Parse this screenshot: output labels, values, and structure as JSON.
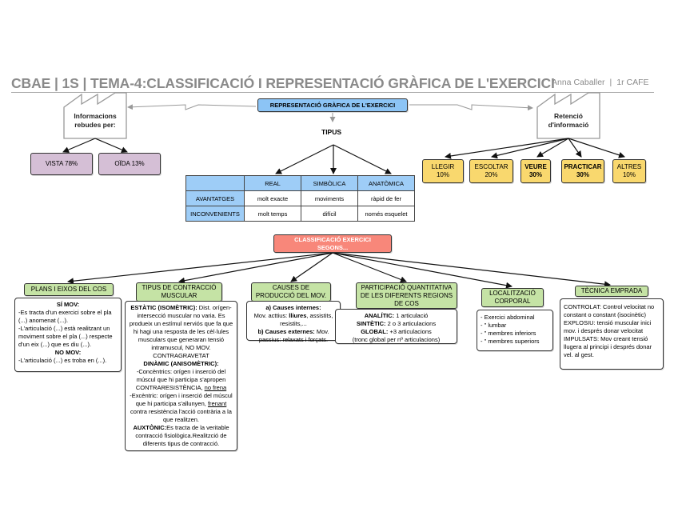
{
  "header": {
    "title": "CBAE | 1S | TEMA-4:CLASSIFICACIÓ I REPRESENTACIÓ GRÀFICA DE L'EXERCICI",
    "author": "Anna Caballer",
    "separator": "|",
    "course": "1r CAFE"
  },
  "left_factory": {
    "label": "Informacions rebudes per:",
    "items": [
      {
        "label": "VISTA 78%"
      },
      {
        "label": "OÏDA 13%"
      }
    ]
  },
  "right_factory": {
    "label": "Retenció d'informació",
    "items": [
      {
        "name": "LLEGIR",
        "value": "10%",
        "bold": false
      },
      {
        "name": "ESCOLTAR",
        "value": "20%",
        "bold": false
      },
      {
        "name": "VEURE",
        "value": "30%",
        "bold": true
      },
      {
        "name": "PRACTICAR",
        "value": "30%",
        "bold": true
      },
      {
        "name": "ALTRES",
        "value": "10%",
        "bold": false
      }
    ]
  },
  "central": {
    "title": "REPRESENTACIÓ GRÀFICA DE L'EXERCICI",
    "tipus_label": "TIPUS"
  },
  "types_table": {
    "columns": [
      "",
      "REAL",
      "SIMBÒLICA",
      "ANATÒMICA"
    ],
    "rows": [
      {
        "label": "AVANTATGES",
        "cells": [
          "molt exacte",
          "moviments",
          "ràpid de fer"
        ]
      },
      {
        "label": "INCONVENIENTS",
        "cells": [
          "molt temps",
          "difícil",
          "només esquelet"
        ]
      }
    ]
  },
  "classification": {
    "title": "CLASSIFICACIÓ EXERCICI SEGONS...",
    "categories": [
      {
        "title": "PLANS I EIXOS DEL COS",
        "content": {
          "si_mov_heading": "SÍ MOV:",
          "si_mov_line1": "-Es tracta d'un exercici sobre el pla (...) anomenat (...).",
          "si_mov_line2": "-L'articulació (...) està realitzant un moviment sobre el pla (...) respecte d'un eix (...) que es diu (...).",
          "no_mov_heading": "NO MOV:",
          "no_mov_line1": "-L'articulació (...) es troba en (...)."
        }
      },
      {
        "title": "TIPUS DE CONTRACCIÓ MUSCULAR",
        "content": {
          "estatic_heading": "ESTÀTIC (ISOMÈTRIC):",
          "estatic_text": " Dist. orígen-intersecció muscular no varia. Es produeix un estímul nerviós que fa que hi hagi una resposta de les cèl·lules musculars que generaran tensió intramuscul, NO MOV. CONTRAGRAVETAT",
          "dinamic_heading": "DINÀMIC (ANISOMÈTRIC):",
          "concentrics_text": "-Concèntrics: orígen i inserció del múscul que hi participa s'apropen CONTRARESISTÈNCIA, ",
          "concentrics_underline": "no frena",
          "excentric_text": "-Excèntric: orígen i inserció del múscul que hi participa s'allunyen, ",
          "excentric_underline": "frenant",
          "excentric_text2": " contra resistència l'acció contrària a la que realitzen.",
          "auxtonic_heading": "AUXTÒNIC:",
          "auxtonic_text": "Es tracta de la veritable contracció fisiològica.Realitzció de diferents tipus de contracció."
        }
      },
      {
        "title": "CAUSES DE PRODUCCIÓ DEL MOV.",
        "content": {
          "internes_heading": "a) Causes internes:",
          "internes_text1": "Mov. acttius: ",
          "internes_bold": "lliures",
          "internes_text2": ", assistits, resistits,...",
          "externes_heading": "b) Causes externes:",
          "externes_text": " Mov. passius: relaxats i forçats."
        }
      },
      {
        "title": "PARTICIPACIÓ QUANTITATIVA DE LES DIFERENTS REGIONS DE COS",
        "content": {
          "analitic_heading": "ANALÍTIC:",
          "analitic_text": " 1 articulació",
          "sintetic_heading": "SINTÈTIC:",
          "sintetic_text": " 2 o 3 articulacions",
          "global_heading": "GLOBAL:",
          "global_text": " +3 articulacions",
          "note": "(tronc global per nº articulacions)"
        }
      },
      {
        "title": "LOCALITZACIÓ CORPORAL",
        "content": {
          "items": [
            "- Exercici abdominal",
            "- \" lumbar",
            "- \" membres inferiors",
            "- \" membres superiors"
          ]
        }
      },
      {
        "title": "TÈCNICA EMPRADA",
        "content": {
          "text1": "CONTROLAT:  Control velocitat no constant o constant (isocinètic)",
          "text2": "EXPLOSIU: tensió muscular inici mov. i després donar velocitat",
          "text3": "IMPULSATS: Mov creant tensió llugera al principi i després donar vel. al gest."
        }
      }
    ]
  },
  "colors": {
    "title_gray": "#8a8a8a",
    "central_blue": "#8cc4f5",
    "table_header_blue": "#9ecdf7",
    "classification_red": "#f8877a",
    "category_green": "#c5e3a5",
    "sense_purple": "#d5bfd6",
    "retention_yellow": "#f9d86e"
  }
}
